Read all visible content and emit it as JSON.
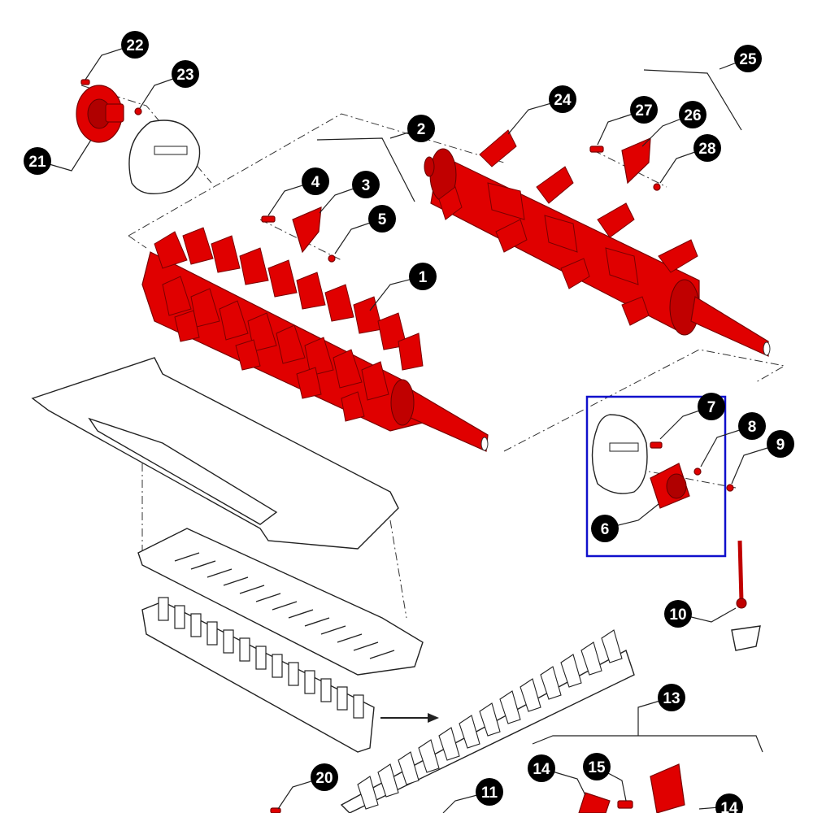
{
  "diagram": {
    "highlight_color": "#1010cc",
    "part_color": "#e00000",
    "callouts": [
      {
        "id": "c1",
        "label": "1"
      },
      {
        "id": "c2",
        "label": "2"
      },
      {
        "id": "c3",
        "label": "3"
      },
      {
        "id": "c4",
        "label": "4"
      },
      {
        "id": "c5",
        "label": "5"
      },
      {
        "id": "c6",
        "label": "6"
      },
      {
        "id": "c7",
        "label": "7"
      },
      {
        "id": "c8",
        "label": "8"
      },
      {
        "id": "c9",
        "label": "9"
      },
      {
        "id": "c10",
        "label": "10"
      },
      {
        "id": "c11",
        "label": "11"
      },
      {
        "id": "c13",
        "label": "13"
      },
      {
        "id": "c14a",
        "label": "14"
      },
      {
        "id": "c14b",
        "label": "14"
      },
      {
        "id": "c15",
        "label": "15"
      },
      {
        "id": "c20",
        "label": "20"
      },
      {
        "id": "c21",
        "label": "21"
      },
      {
        "id": "c22",
        "label": "22"
      },
      {
        "id": "c23",
        "label": "23"
      },
      {
        "id": "c24",
        "label": "24"
      },
      {
        "id": "c25",
        "label": "25"
      },
      {
        "id": "c26",
        "label": "26"
      },
      {
        "id": "c27",
        "label": "27"
      },
      {
        "id": "c28",
        "label": "28"
      }
    ]
  }
}
